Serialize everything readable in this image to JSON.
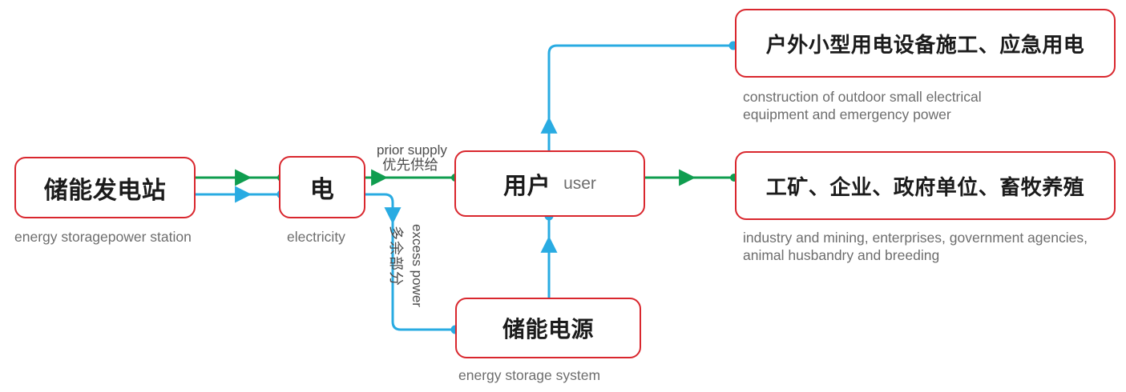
{
  "diagram": {
    "colors": {
      "node_border": "#d9272e",
      "flow_primary": "#0f9d4f",
      "flow_secondary": "#29abe2",
      "text_primary": "#1b1b1b",
      "text_muted": "#6d6d6d",
      "background": "#ffffff"
    },
    "nodes": {
      "station": {
        "label": "储能发电站",
        "caption": "energy storagepower station"
      },
      "electricity": {
        "label": "电",
        "caption": "electricity"
      },
      "user": {
        "label": "用户",
        "sub": "user"
      },
      "outdoor": {
        "label": "户外小型用电设备施工、应急用电",
        "caption": "construction of outdoor small electrical\nequipment and emergency power"
      },
      "industry": {
        "label": "工矿、企业、政府单位、畜牧养殖",
        "caption": "industry and mining, enterprises, government agencies,\nanimal husbandry and breeding"
      },
      "storage": {
        "label": "储能电源",
        "caption": "energy storage system"
      }
    },
    "edge_labels": {
      "prior_supply_en": "prior supply",
      "prior_supply_cn": "优先供给",
      "excess_power_en": "excess power",
      "excess_power_cn": "多余部分"
    }
  }
}
